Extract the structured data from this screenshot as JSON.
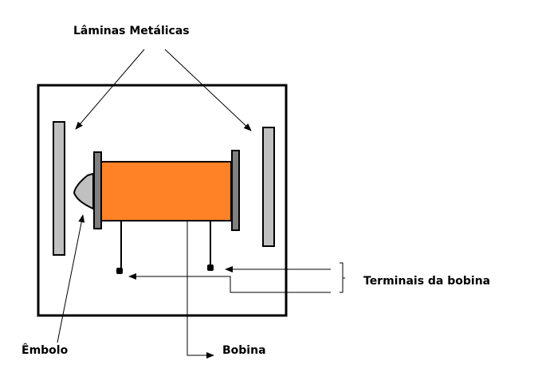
{
  "labels": {
    "laminas": "Lâminas Metálicas",
    "embolo": "Êmbolo",
    "bobina": "Bobina",
    "terminais": "Terminais da bobina"
  },
  "colors": {
    "coil": "#ff8226",
    "plate": "#c0c0c0",
    "flange": "#808080"
  }
}
